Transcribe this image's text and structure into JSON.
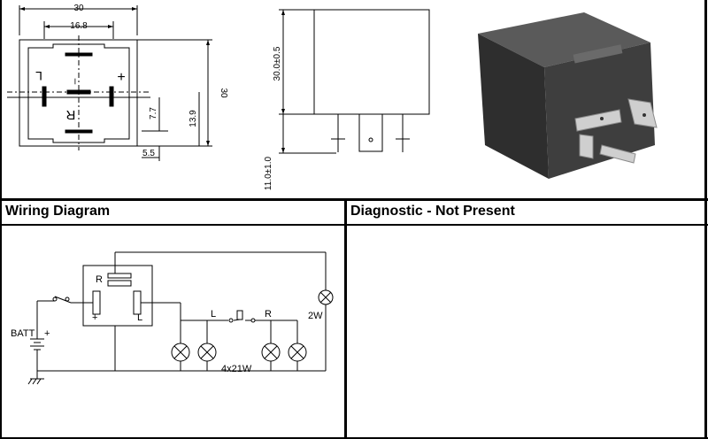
{
  "sections": {
    "wiring_title": "Wiring Diagram",
    "diagnostic_title": "Diagnostic - Not Present"
  },
  "front_view": {
    "width_label": "30",
    "inner_width_label": "16.8",
    "height_label": "30",
    "dim_13_9": "13.9",
    "dim_7_7": "7.7",
    "dim_5_5": "5.5",
    "pin_left": "L",
    "pin_right": "+",
    "pin_center": "R",
    "pin_top": "–"
  },
  "side_view": {
    "height_label": "30.0±0.5",
    "pin_length_label": "11.0±1.0"
  },
  "wiring": {
    "batt_label": "BATT",
    "batt_plus": "+",
    "relay_r": "R",
    "relay_plus": "+",
    "relay_l": "L",
    "switch_l": "L",
    "switch_r": "R",
    "lamp_2w": "2W",
    "lamps_4x21w": "4x21W"
  },
  "colors": {
    "relay_body": "#3d3d3d",
    "relay_top": "#555555",
    "terminal": "#c9c9c9"
  }
}
